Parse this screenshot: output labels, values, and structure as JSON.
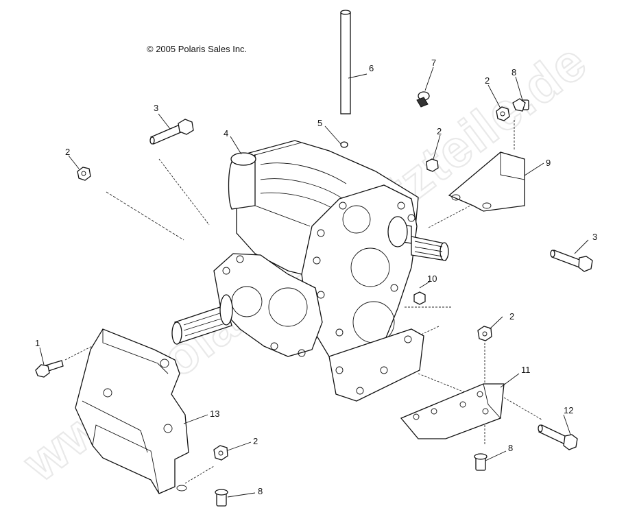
{
  "copyright": "© 2005 Polaris Sales Inc.",
  "watermark": "www.polaris-ersatzteile.de",
  "callouts": {
    "c1": "1",
    "c2a": "2",
    "c2b": "2",
    "c2c": "2",
    "c2d": "2",
    "c2e": "2",
    "c3a": "3",
    "c3b": "3",
    "c4": "4",
    "c5": "5",
    "c6": "6",
    "c7": "7",
    "c8a": "8",
    "c8b": "8",
    "c8c": "8",
    "c9": "9",
    "c10": "10",
    "c11": "11",
    "c12": "12",
    "c13": "13"
  }
}
